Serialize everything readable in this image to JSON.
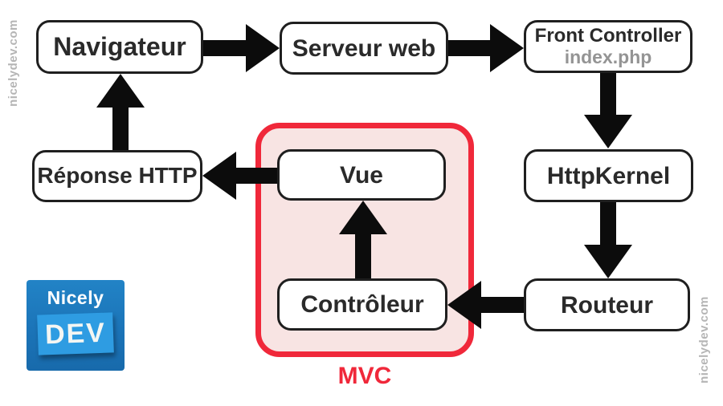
{
  "watermarks": {
    "left": "nicelydev.com",
    "right": "nicelydev.com"
  },
  "nodes": {
    "navigateur": {
      "label": "Navigateur"
    },
    "serveur_web": {
      "label": "Serveur web"
    },
    "front_controller": {
      "title": "Front Controller",
      "subtitle": "index.php"
    },
    "http_kernel": {
      "label": "HttpKernel"
    },
    "routeur": {
      "label": "Routeur"
    },
    "controleur": {
      "label": "Contrôleur"
    },
    "vue": {
      "label": "Vue"
    },
    "reponse_http": {
      "label": "Réponse HTTP"
    }
  },
  "mvc_group": {
    "label": "MVC"
  },
  "logo": {
    "brand_top": "Nicely",
    "brand_bottom": "DEV"
  },
  "colors": {
    "mvc_border": "#f0283a",
    "mvc_fill": "#f8e4e3",
    "mvc_label": "#f0283a",
    "node_border": "#1f1f1f",
    "node_text": "#2a2a2a",
    "subtitle_gray": "#949494",
    "arrow_black": "#0c0c0c",
    "watermark_gray": "#b5b5b5",
    "logo_outer_blue": "#1b74b8",
    "logo_inner_blue": "#2e9ce2"
  }
}
